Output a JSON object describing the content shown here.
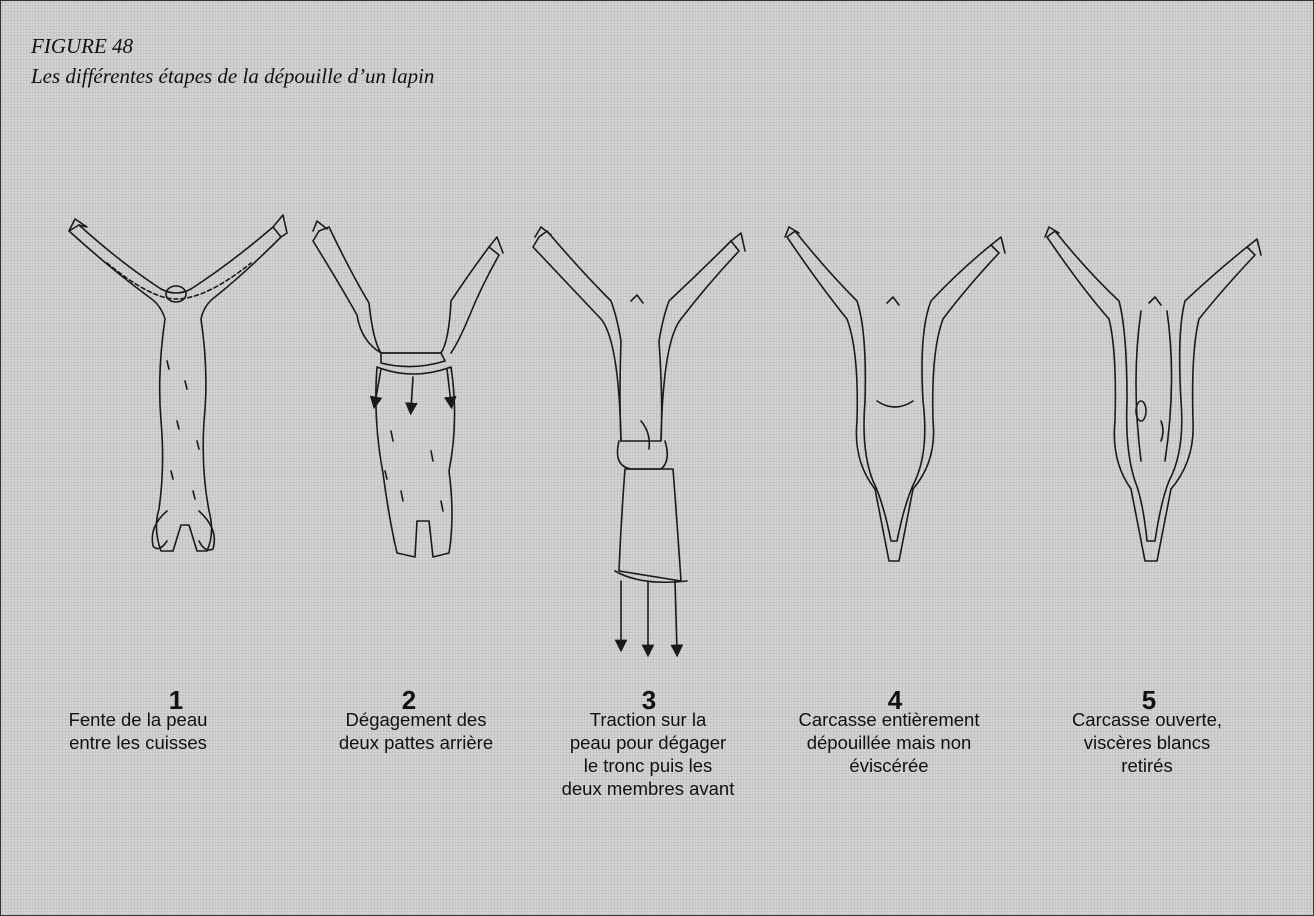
{
  "figure": {
    "number": "FIGURE 48",
    "title": "Les différentes étapes de la dépouille d’un lapin"
  },
  "steps": [
    {
      "number": "1",
      "lines": [
        "Fente de la peau",
        "entre les cuisses"
      ],
      "illustration": "rabbit-hind-legs-skin-slit"
    },
    {
      "number": "2",
      "lines": [
        "Dégagement des",
        "deux pattes arrière"
      ],
      "illustration": "rabbit-hind-legs-freed"
    },
    {
      "number": "3",
      "lines": [
        "Traction sur la",
        "peau pour dégager",
        "le tronc puis les",
        "deux membres avant"
      ],
      "illustration": "rabbit-skin-pulled-down"
    },
    {
      "number": "4",
      "lines": [
        "Carcasse entièrement",
        "dépouillée mais non",
        "éviscérée"
      ],
      "illustration": "rabbit-carcass-skinned"
    },
    {
      "number": "5",
      "lines": [
        "Carcasse ouverte,",
        "viscères blancs",
        "retirés"
      ],
      "illustration": "rabbit-carcass-opened"
    }
  ]
}
